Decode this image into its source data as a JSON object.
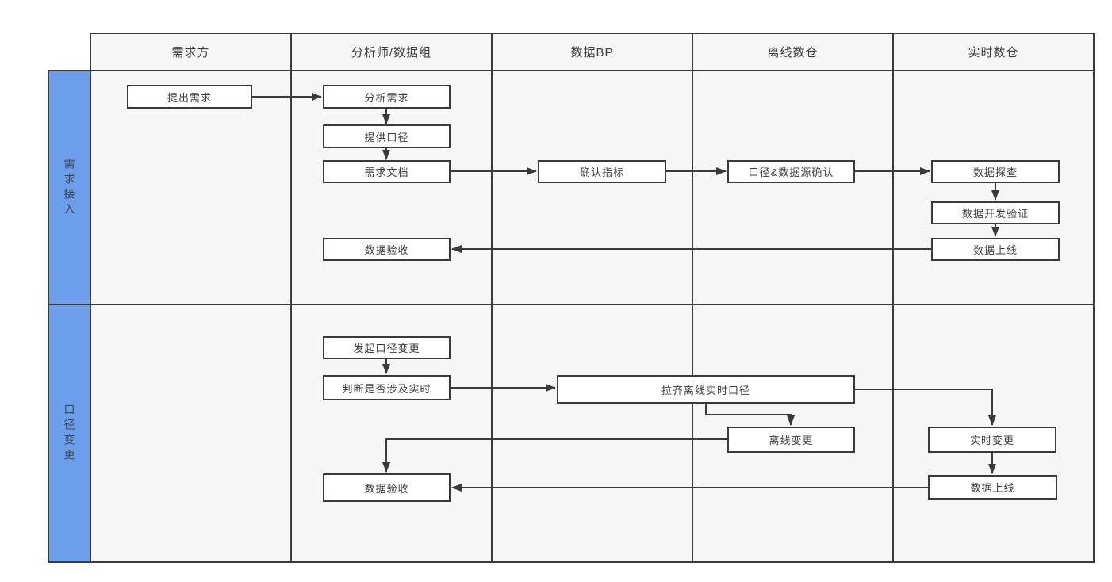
{
  "diagram": {
    "type": "swimlane-flowchart",
    "columns": [
      "需求方",
      "分析师/数据组",
      "数据BP",
      "离线数仓",
      "实时数仓"
    ],
    "lanes": [
      {
        "label": "需求接入"
      },
      {
        "label": "口径变更"
      }
    ],
    "nodes": {
      "raise_demand": {
        "label": "提出需求",
        "lane": "需求接入",
        "column": "需求方"
      },
      "analyze_demand": {
        "label": "分析需求",
        "lane": "需求接入",
        "column": "分析师/数据组"
      },
      "provide_caliber": {
        "label": "提供口径",
        "lane": "需求接入",
        "column": "分析师/数据组"
      },
      "demand_doc": {
        "label": "需求文档",
        "lane": "需求接入",
        "column": "分析师/数据组"
      },
      "confirm_metric": {
        "label": "确认指标",
        "lane": "需求接入",
        "column": "数据BP"
      },
      "caliber_datasource_confirm": {
        "label": "口径&数据源确认",
        "lane": "需求接入",
        "column": "离线数仓"
      },
      "data_explore": {
        "label": "数据探查",
        "lane": "需求接入",
        "column": "实时数仓"
      },
      "data_dev_verify": {
        "label": "数据开发验证",
        "lane": "需求接入",
        "column": "实时数仓"
      },
      "data_online_1": {
        "label": "数据上线",
        "lane": "需求接入",
        "column": "实时数仓"
      },
      "data_accept_1": {
        "label": "数据验收",
        "lane": "需求接入",
        "column": "分析师/数据组"
      },
      "initiate_caliber_change": {
        "label": "发起口径变更",
        "lane": "口径变更",
        "column": "分析师/数据组"
      },
      "judge_realtime": {
        "label": "判断是否涉及实时",
        "lane": "口径变更",
        "column": "分析师/数据组"
      },
      "align_caliber": {
        "label": "拉齐离线实时口径",
        "lane": "口径变更",
        "column": "数据BP/离线数仓"
      },
      "offline_change": {
        "label": "离线变更",
        "lane": "口径变更",
        "column": "离线数仓"
      },
      "realtime_change": {
        "label": "实时变更",
        "lane": "口径变更",
        "column": "实时数仓"
      },
      "data_online_2": {
        "label": "数据上线",
        "lane": "口径变更",
        "column": "实时数仓"
      },
      "data_accept_2": {
        "label": "数据验收",
        "lane": "口径变更",
        "column": "分析师/数据组"
      }
    },
    "edges": [
      {
        "from": "raise_demand",
        "to": "analyze_demand"
      },
      {
        "from": "analyze_demand",
        "to": "provide_caliber"
      },
      {
        "from": "provide_caliber",
        "to": "demand_doc"
      },
      {
        "from": "demand_doc",
        "to": "confirm_metric"
      },
      {
        "from": "confirm_metric",
        "to": "caliber_datasource_confirm"
      },
      {
        "from": "caliber_datasource_confirm",
        "to": "data_explore"
      },
      {
        "from": "data_explore",
        "to": "data_dev_verify"
      },
      {
        "from": "data_dev_verify",
        "to": "data_online_1"
      },
      {
        "from": "data_online_1",
        "to": "data_accept_1"
      },
      {
        "from": "initiate_caliber_change",
        "to": "judge_realtime"
      },
      {
        "from": "judge_realtime",
        "to": "align_caliber"
      },
      {
        "from": "align_caliber",
        "to": "offline_change"
      },
      {
        "from": "align_caliber",
        "to": "realtime_change"
      },
      {
        "from": "offline_change",
        "to": "data_accept_2"
      },
      {
        "from": "realtime_change",
        "to": "data_online_2"
      },
      {
        "from": "data_online_2",
        "to": "data_accept_2"
      }
    ],
    "colors": {
      "lane_label_bg": "#6d9eeb",
      "cell_bg": "#f6f6f7",
      "line": "#3a3a3a",
      "node_bg": "#ffffff",
      "text": "#3c3c3c"
    }
  }
}
